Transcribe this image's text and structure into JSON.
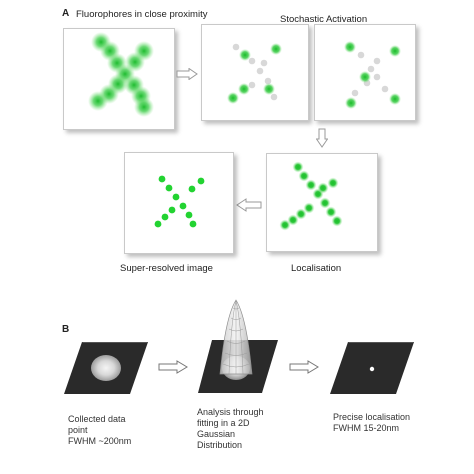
{
  "panel_a": {
    "letter": "A",
    "title_left": "Fluorophores in close proximity",
    "title_right": "Stochastic Activation",
    "label_localisation": "Localisation",
    "label_super": "Super-resolved image"
  },
  "panel_b": {
    "letter": "B",
    "step1": [
      "Collected data",
      "point",
      "FWHM ~200nm"
    ],
    "step2": [
      "Analysis through",
      "fitting in a 2D",
      "Gaussian",
      "Distribution"
    ],
    "step3": [
      "Precise localisation",
      "FWHM 15-20nm"
    ]
  },
  "colors": {
    "green": "#22c531",
    "gray_dot": "#d8d8d8",
    "arrow": "#9a9a9a",
    "tile": "#2a2a2a"
  }
}
